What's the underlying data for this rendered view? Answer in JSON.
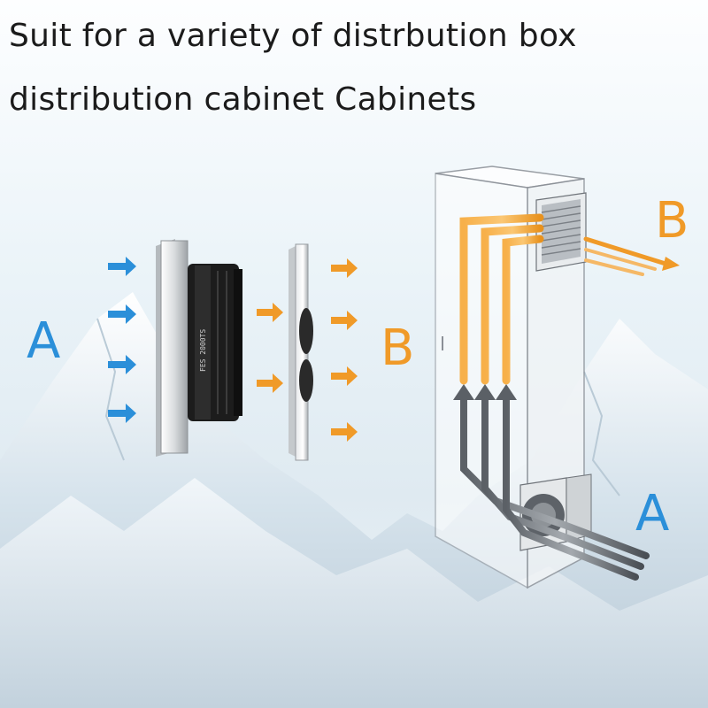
{
  "headline": {
    "line1": "Suit for a variety of distrbution box",
    "line2": "distribution cabinet Cabinets"
  },
  "labels": {
    "intake_left": "A",
    "exhaust_mid": "B",
    "exhaust_right": "B",
    "intake_right": "A"
  },
  "colors": {
    "intake_arrow": "#2b8fd9",
    "exhaust_arrow": "#f09a28",
    "cabinet_outline": "#8a8f96",
    "fan_body": "#1c1c1c"
  },
  "icons": {
    "fan": "axial-fan-unit",
    "filter": "filter-grille",
    "cabinet": "electrical-cabinet"
  }
}
